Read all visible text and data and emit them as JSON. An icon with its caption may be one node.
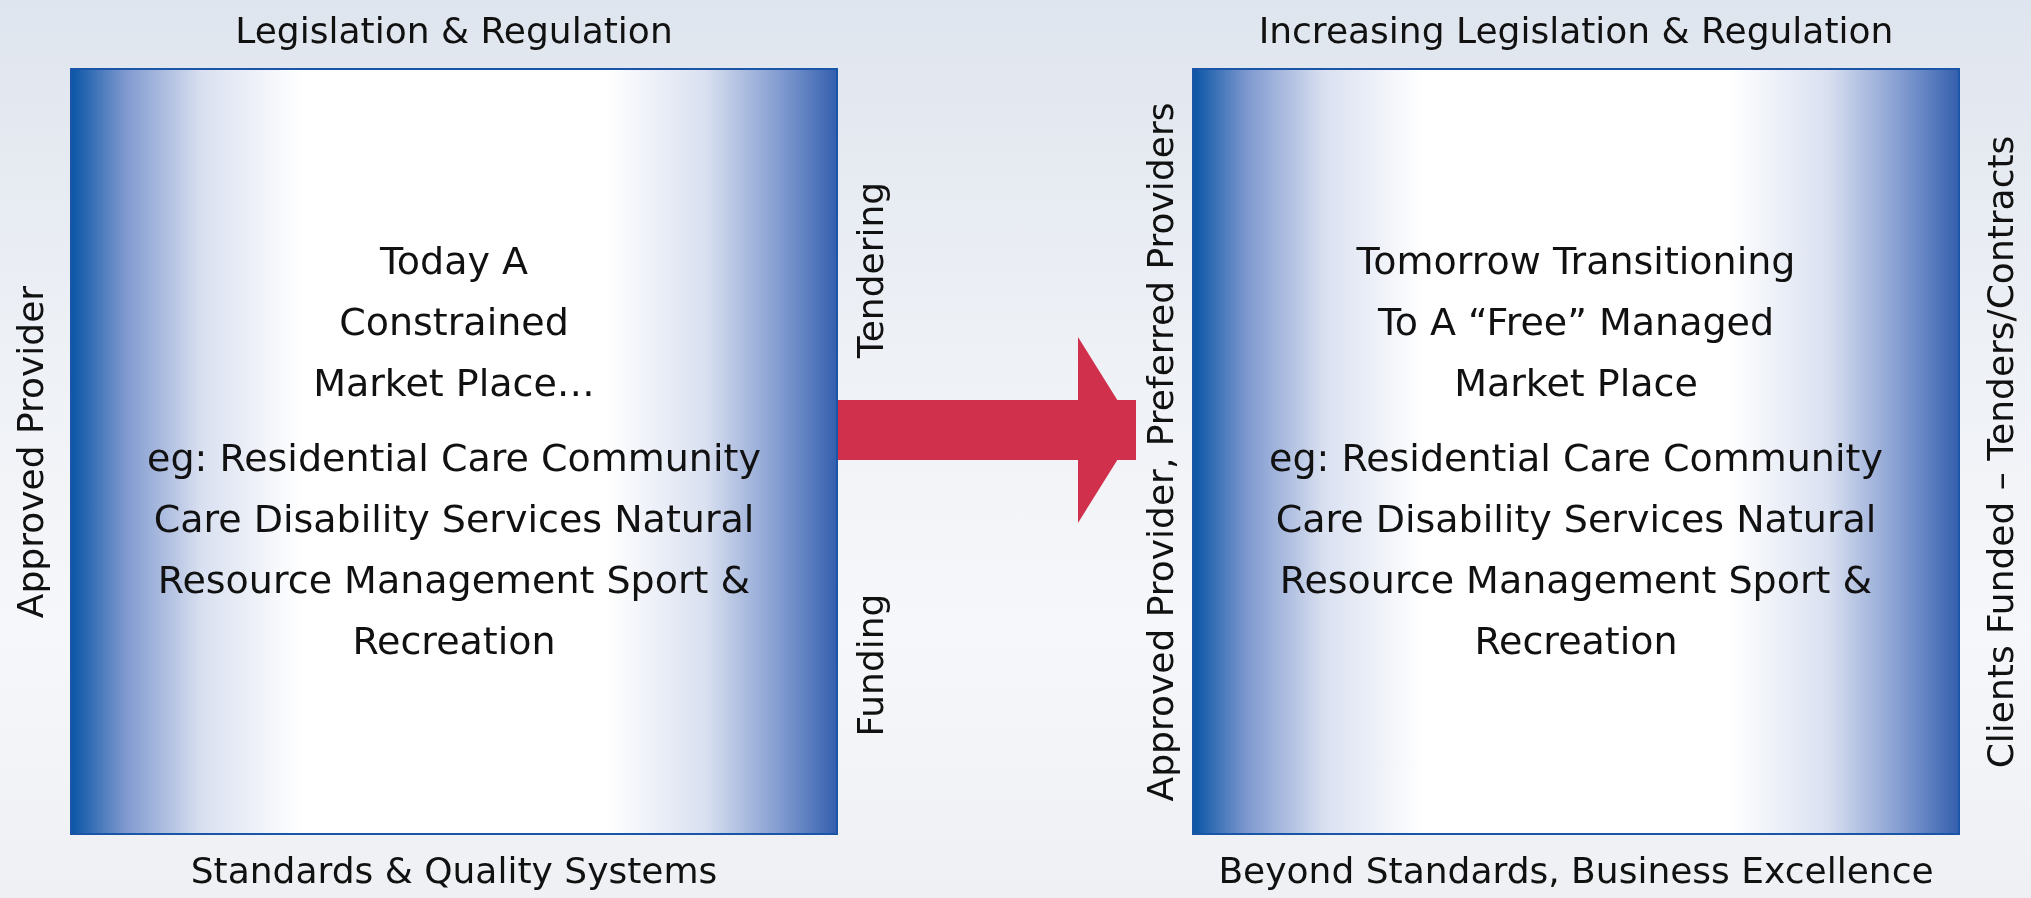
{
  "diagram": {
    "nodes": [
      {
        "text": [
          "Today A Constrained Market Place…",
          "eg: Residential Care Community Care Disability Services Natural Resource Management Sport & Recreation"
        ],
        "beside": [
          "Legislation & Regulation",
          "Approved Provider",
          "Tendering",
          "Funding",
          "Standards & Quality Systems"
        ]
      },
      {
        "text": [
          "Tomorrow Transitioning To A “Free” Managed Market Place",
          "eg: Residential Care Community Care Disability Services Natural Resource Management Sport & Recreation"
        ],
        "beside": [
          "Increasing Legislation & Regulation",
          "Approved Provider, Preferred Providers",
          "Clients Funded – Tenders/Contracts",
          "Beyond Standards, Business Excellence"
        ]
      }
    ],
    "edges": [
      {
        "from": 0,
        "to": 1,
        "arrow": "to"
      }
    ]
  }
}
